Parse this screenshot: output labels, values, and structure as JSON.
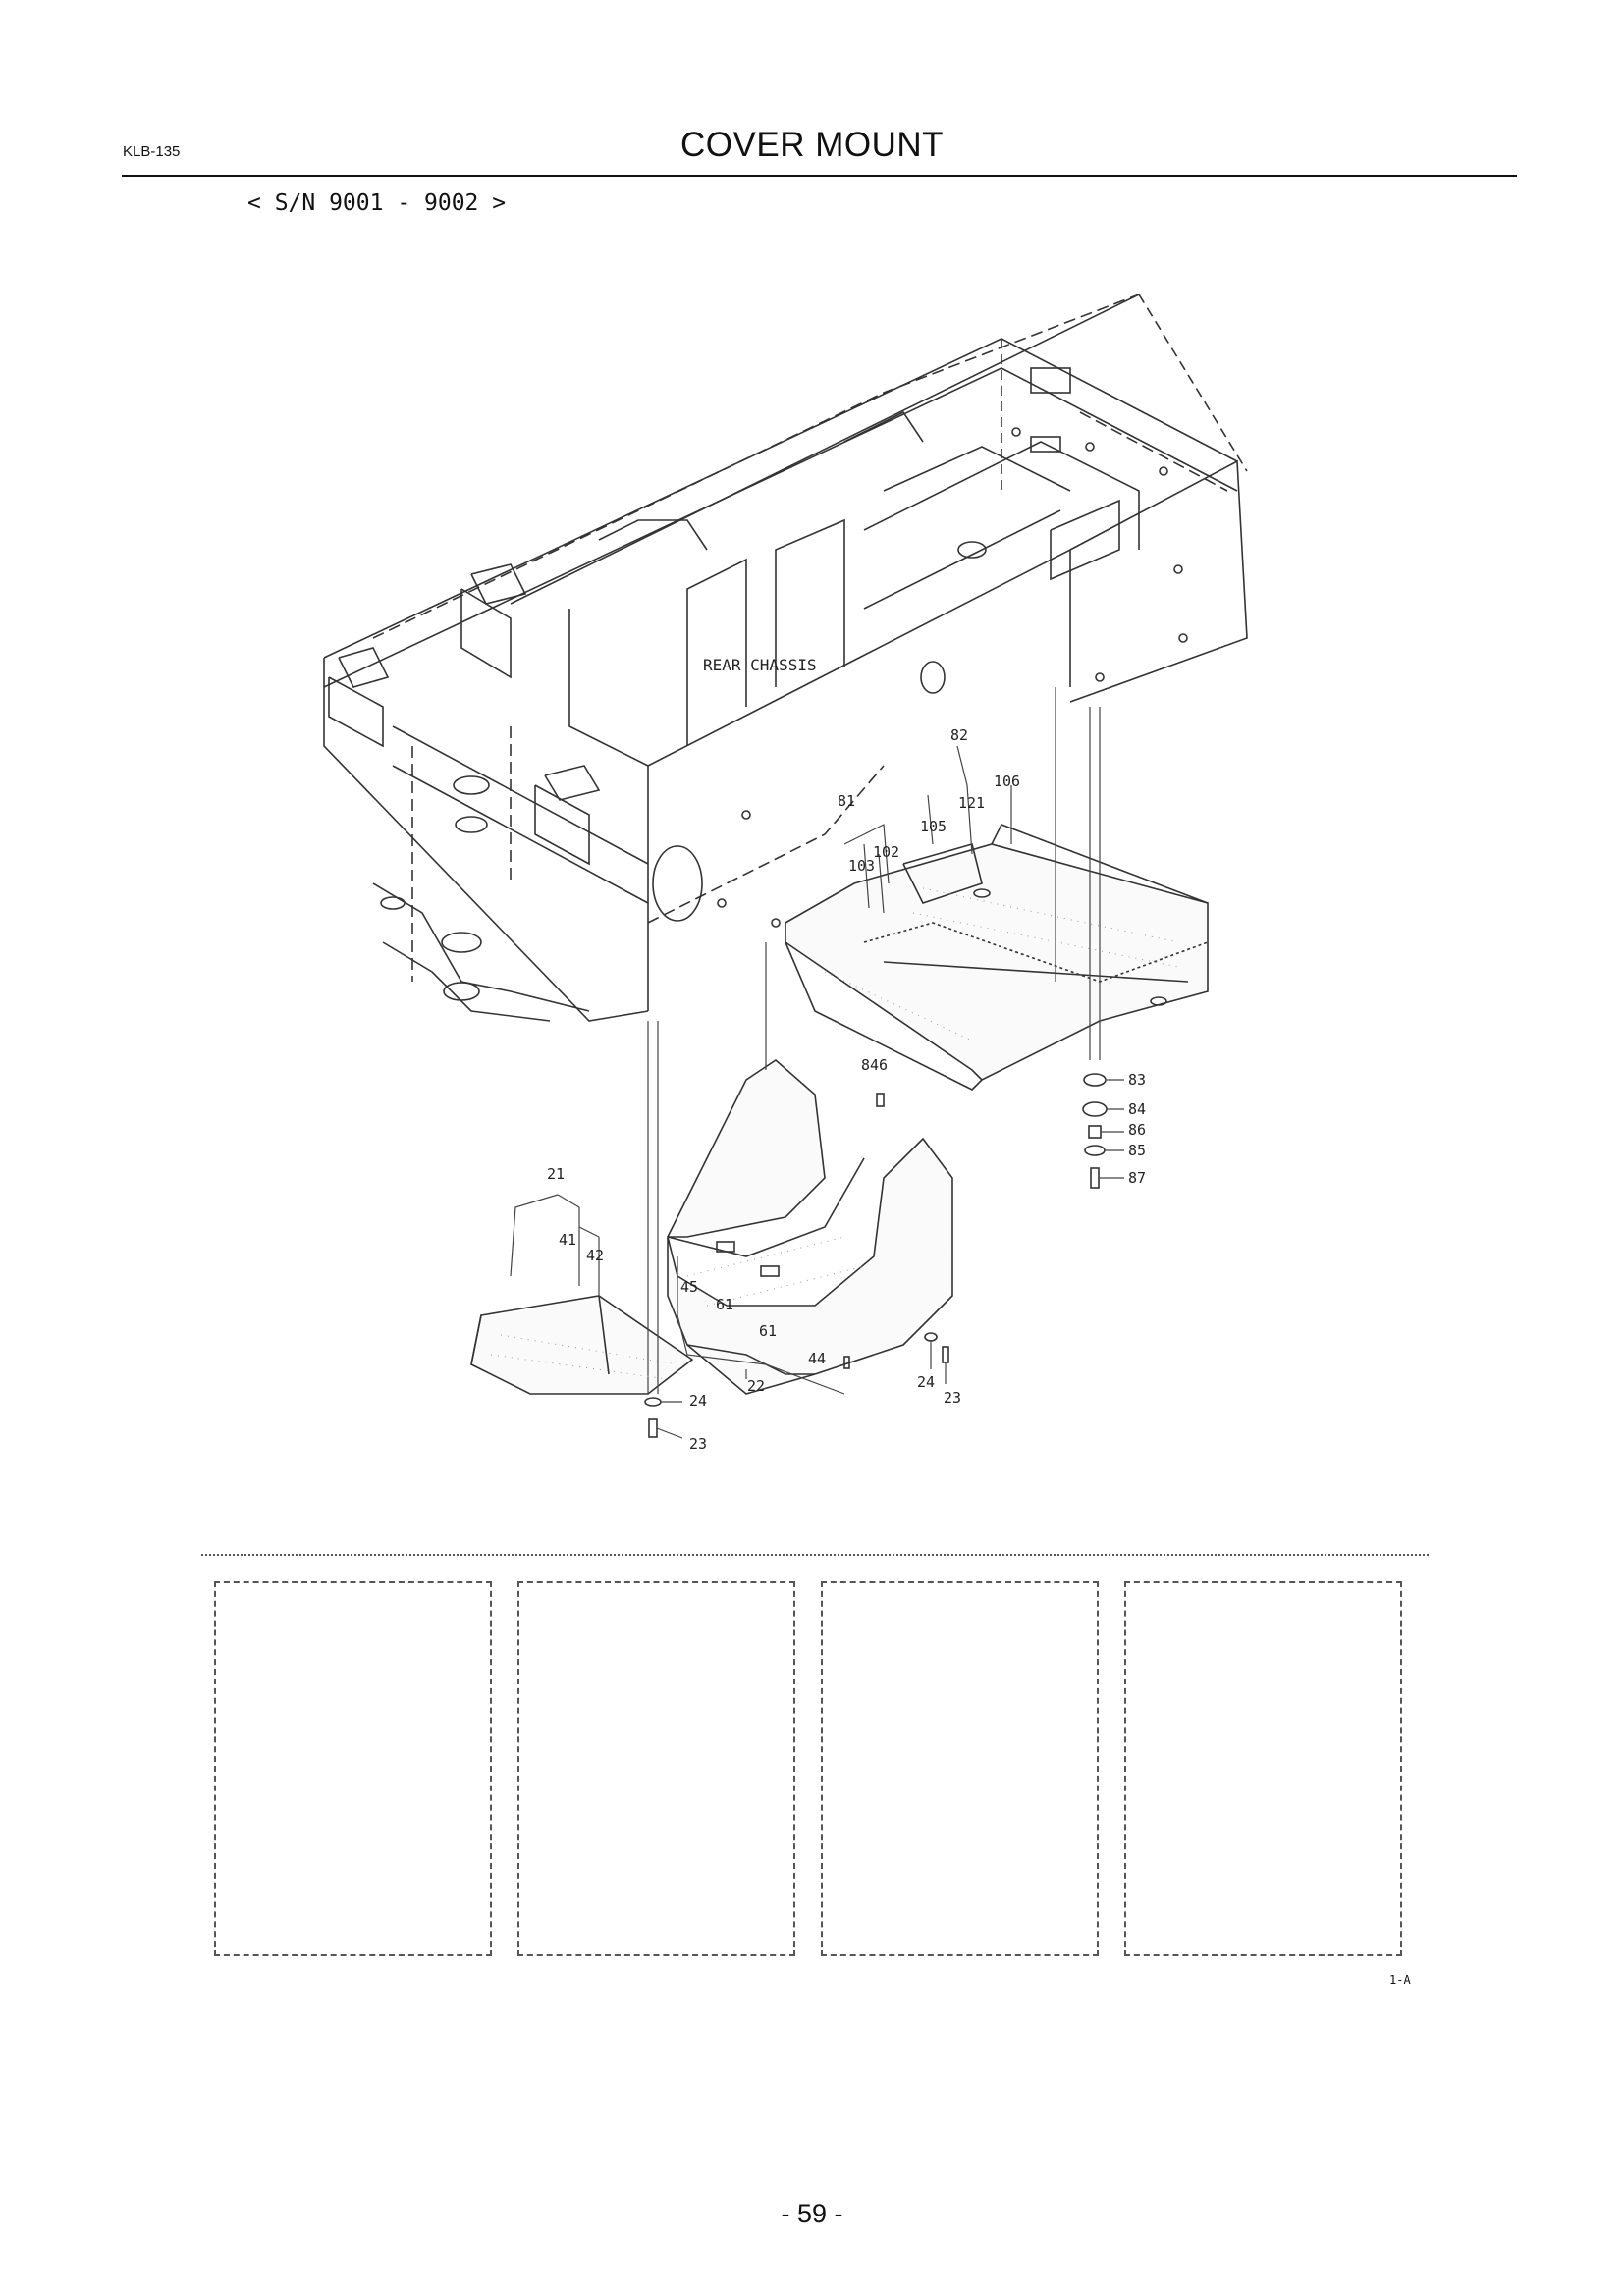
{
  "header": {
    "doc_code": "KLB-135",
    "title": "COVER MOUNT",
    "serial_range": "< S/N 9001 - 9002 >"
  },
  "diagram": {
    "assembly_label": "REAR CHASSIS",
    "part_numbers": {
      "p21": "21",
      "p41": "41",
      "p42": "42",
      "p24a": "24",
      "p23a": "23",
      "p45": "45",
      "p61a": "61",
      "p61b": "61",
      "p22": "22",
      "p44": "44",
      "p24b": "24",
      "p23b": "23",
      "p846": "846",
      "p81": "81",
      "p82": "82",
      "p102": "102",
      "p103": "103",
      "p105": "105",
      "p106": "106",
      "p121": "121",
      "p83": "83",
      "p84": "84",
      "p86": "86",
      "p85": "85",
      "p87": "87"
    }
  },
  "notes": {
    "box_count": 4
  },
  "footer": {
    "ref_code": "1-A",
    "page_number": "- 59 -"
  }
}
